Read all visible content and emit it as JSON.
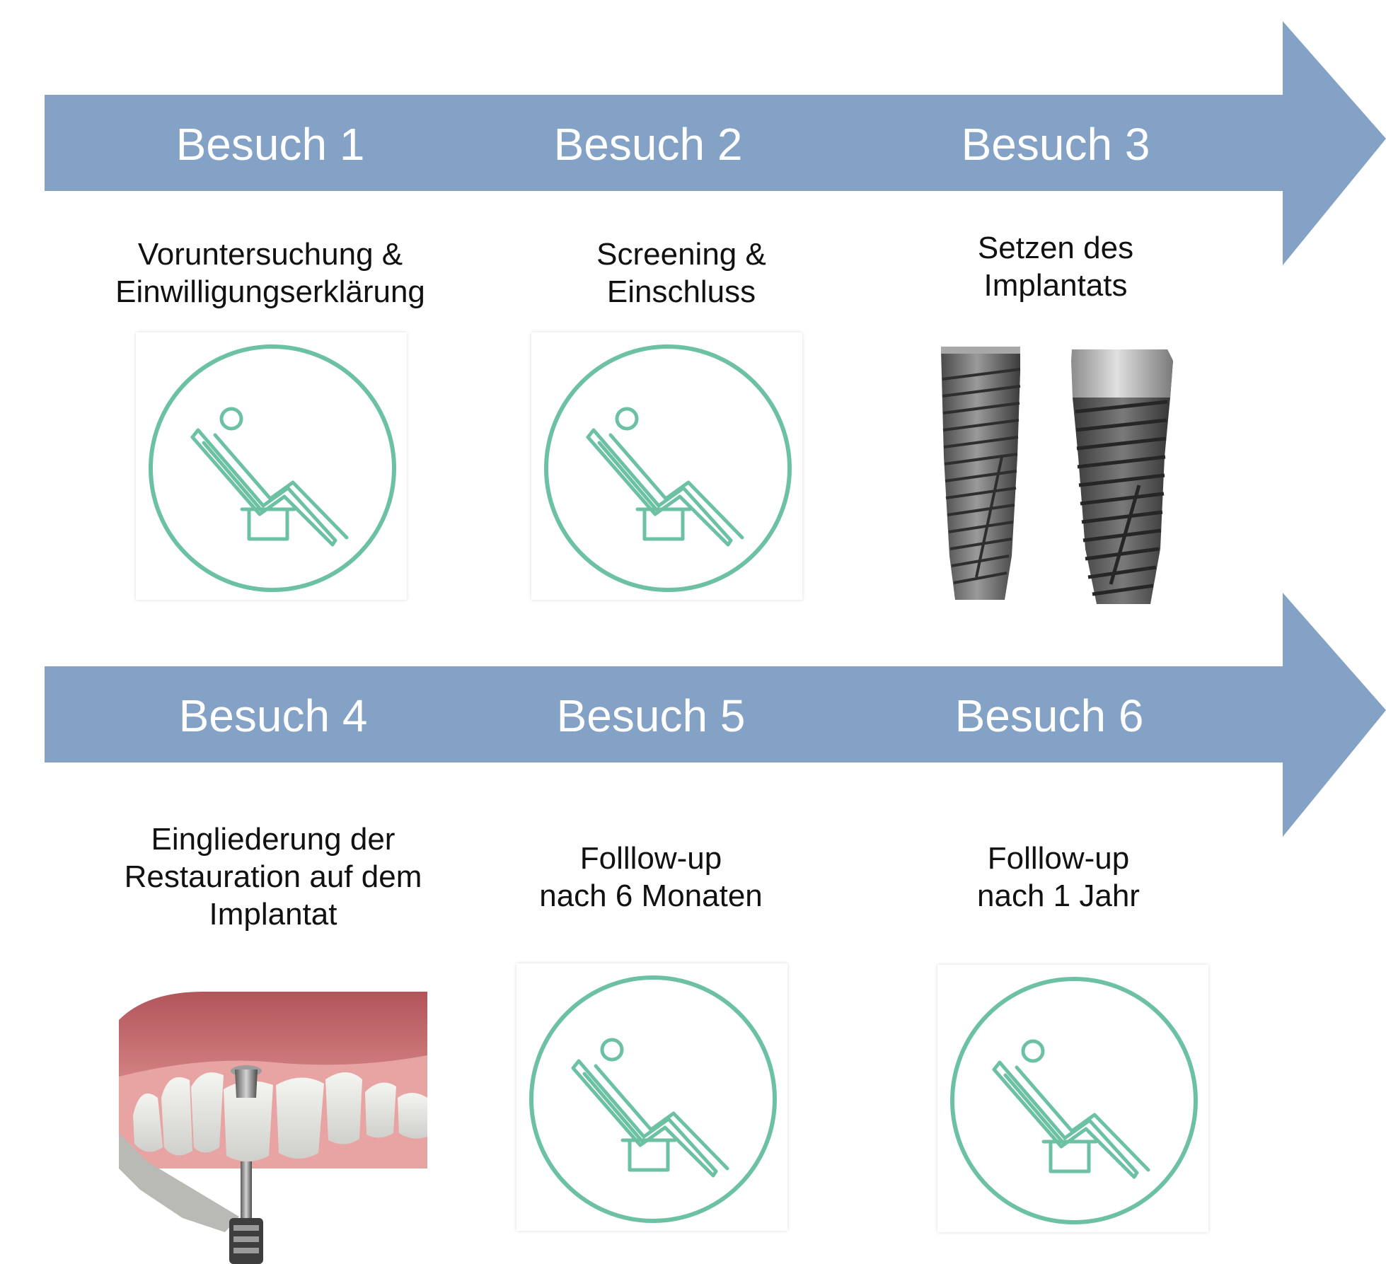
{
  "colors": {
    "arrow": "#84a2c6",
    "icon_stroke": "#6cc1a3",
    "label_text": "#ffffff",
    "body_text": "#111111"
  },
  "rows": [
    {
      "visits": [
        {
          "label": "Besuch 1",
          "description": [
            "Voruntersuchung &",
            "Einwilligungserklärung"
          ],
          "image": "dental-chair-icon"
        },
        {
          "label": "Besuch 2",
          "description": [
            "Screening &",
            "Einschluss"
          ],
          "image": "dental-chair-icon"
        },
        {
          "label": "Besuch 3",
          "description": [
            "Setzen des",
            "Implantats"
          ],
          "image": "dental-implants-photo"
        }
      ]
    },
    {
      "visits": [
        {
          "label": "Besuch 4",
          "description": [
            "Eingliederung der",
            "Restauration auf dem",
            "Implantat"
          ],
          "image": "implant-restoration-photo"
        },
        {
          "label": "Besuch 5",
          "description": [
            "Folllow-up",
            "nach 6 Monaten"
          ],
          "image": "dental-chair-icon"
        },
        {
          "label": "Besuch 6",
          "description": [
            "Folllow-up",
            "nach 1 Jahr"
          ],
          "image": "dental-chair-icon"
        }
      ]
    }
  ]
}
